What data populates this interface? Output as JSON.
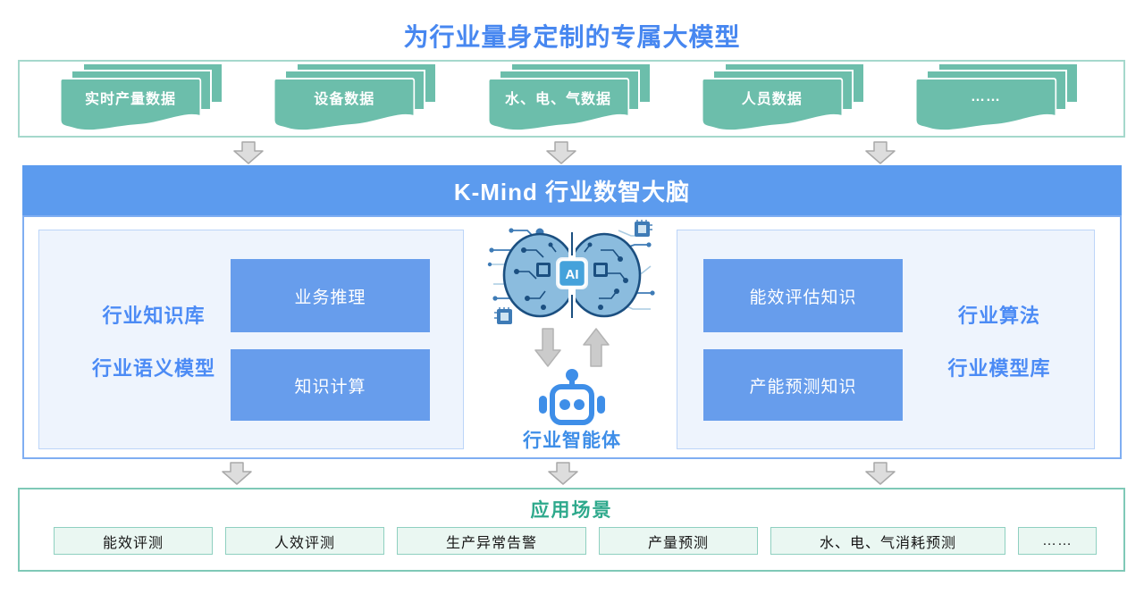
{
  "title": "为行业量身定制的专属大模型",
  "data_sources": {
    "items": [
      "实时产量数据",
      "设备数据",
      "水、电、气数据",
      "人员数据",
      "……"
    ]
  },
  "brain": {
    "header": "K-Mind 行业数智大脑",
    "left_panel": {
      "labels": [
        "行业知识库",
        "行业语义模型"
      ],
      "boxes": [
        "业务推理",
        "知识计算"
      ]
    },
    "center": {
      "chip_label": "AI",
      "agent_label": "行业智能体"
    },
    "right_panel": {
      "boxes": [
        "能效评估知识",
        "产能预测知识"
      ],
      "labels": [
        "行业算法",
        "行业模型库"
      ]
    }
  },
  "applications": {
    "title": "应用场景",
    "items": [
      "能效评测",
      "人效评测",
      "生产异常告警",
      "产量预测",
      "水、电、气消耗预测",
      "……"
    ]
  },
  "colors": {
    "title_blue": "#4787F0",
    "header_blue": "#5C9BEE",
    "box_blue": "#679DEC",
    "panel_bg": "#EEF4FD",
    "teal_card": "#6CBEAB",
    "teal_border_light": "#A5D8CC",
    "app_border_teal": "#7FC9B7",
    "app_card_bg": "#EAF7F2",
    "app_title_teal": "#2EA98C",
    "label_blue": "#4C8BF5",
    "agent_blue": "#3E8EE8",
    "arrow_gray": "#DDDDDD"
  }
}
